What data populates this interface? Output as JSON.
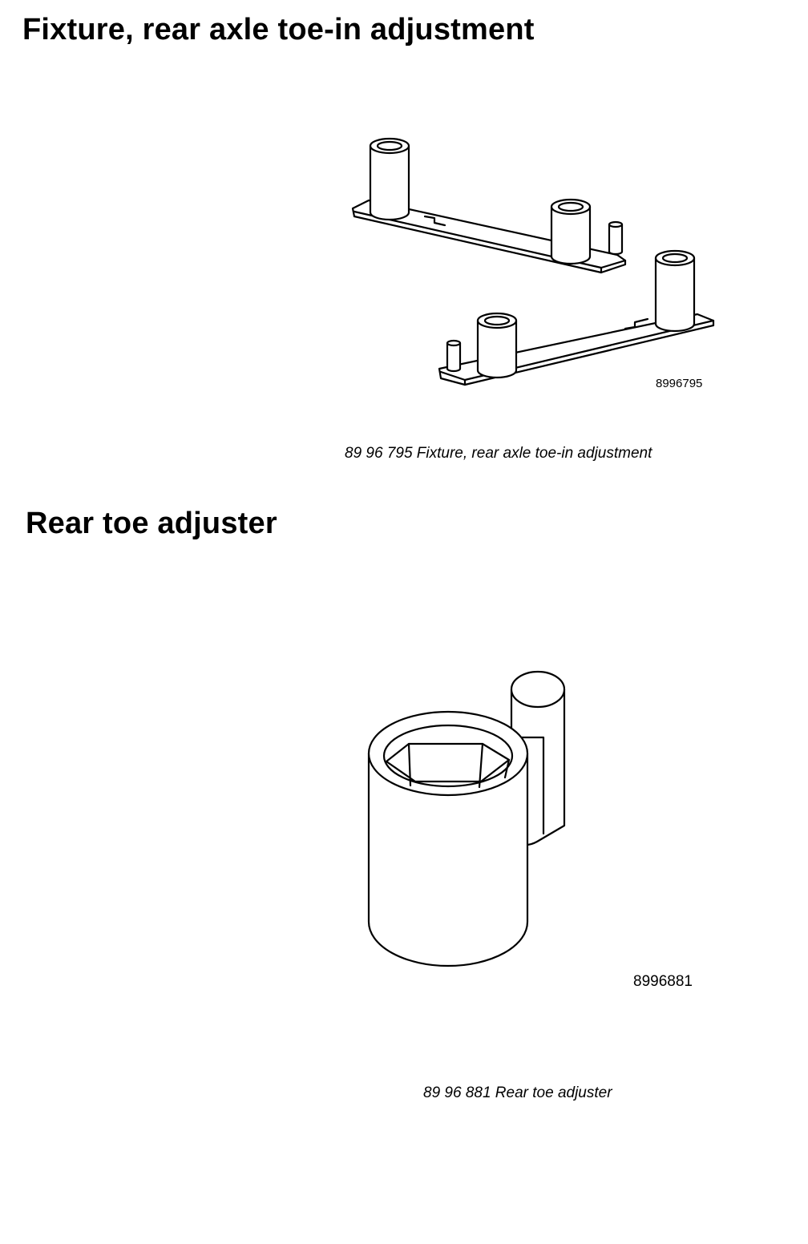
{
  "sections": [
    {
      "heading": "Fixture, rear axle toe-in adjustment",
      "figure_code": "8996795",
      "caption": "89 96 795 Fixture, rear axle toe-in adjustment"
    },
    {
      "heading": "Rear toe adjuster",
      "figure_code": "8996881",
      "caption": "89 96 881 Rear toe adjuster"
    }
  ]
}
